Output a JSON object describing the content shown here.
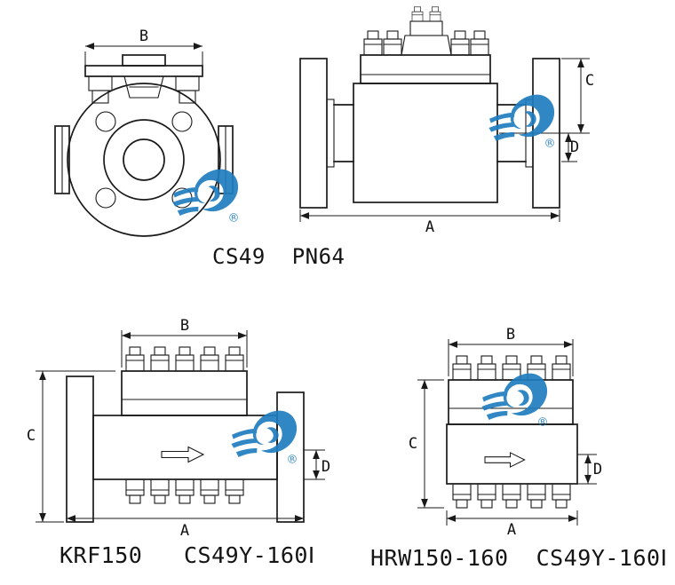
{
  "background": "#ffffff",
  "ink_color": "#1a1a1a",
  "watermark": {
    "color": "#1f7dbf",
    "registered_symbol": "®"
  },
  "dimension_labels": {
    "A": "A",
    "B": "B",
    "C": "C",
    "D": "D"
  },
  "captions": {
    "top_model": "CS49  PN64",
    "bottom_left_model": "KRF150   CS49Y-160Ⅰ",
    "bottom_right_model": "HRW150-160  CS49Y-160Ⅰ"
  }
}
